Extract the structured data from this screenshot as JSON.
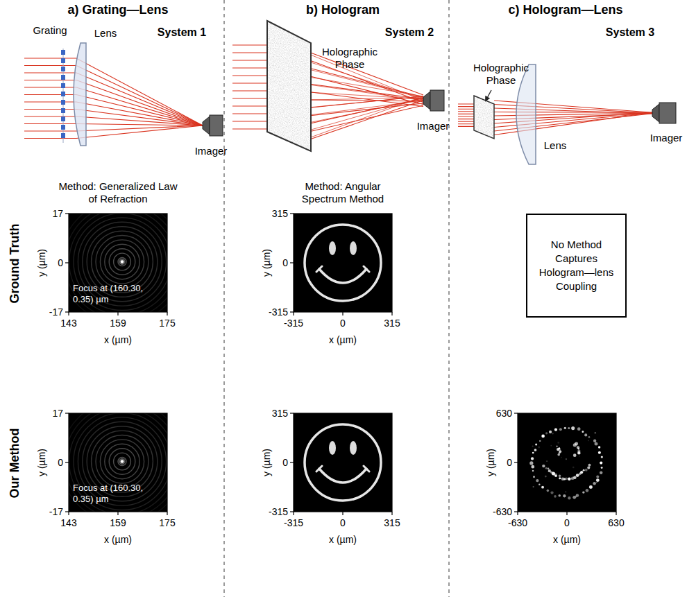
{
  "diagram": {
    "nodes": [
      {
        "text": [
          "No Method Captures Hologram—lens Coupling"
        ]
      }
    ],
    "labels": [
      "a) Grating—Lens",
      "b) Hologram",
      "c) Hologram—Lens",
      "Grating",
      "Lens",
      "System 1",
      "Imager",
      "Holographic Phase",
      "System 2",
      "Imager",
      "Holographic Phase",
      "System 3",
      "Lens",
      "Imager",
      "Method: Generalized Law of Refraction",
      "Method: Angular Spectrum Method",
      "Ground Truth",
      "Our Method",
      "17",
      "0",
      "-17",
      "y (µm)",
      "143",
      "159",
      "175",
      "x (µm)",
      "Focus at (160.30, 0.35) µm",
      "315",
      "0",
      "-315",
      "y (µm)",
      "-315",
      "0",
      "315",
      "x (µm)",
      "17",
      "0",
      "-17",
      "y (µm)",
      "143",
      "159",
      "175",
      "x (µm)",
      "Focus at (160.30, 0.35) µm",
      "315",
      "0",
      "-315",
      "y (µm)",
      "-315",
      "0",
      "315",
      "x (µm)",
      "630",
      "0",
      "-630",
      "y (µm)",
      "-630",
      "0",
      "630",
      "x (µm)"
    ]
  }
}
